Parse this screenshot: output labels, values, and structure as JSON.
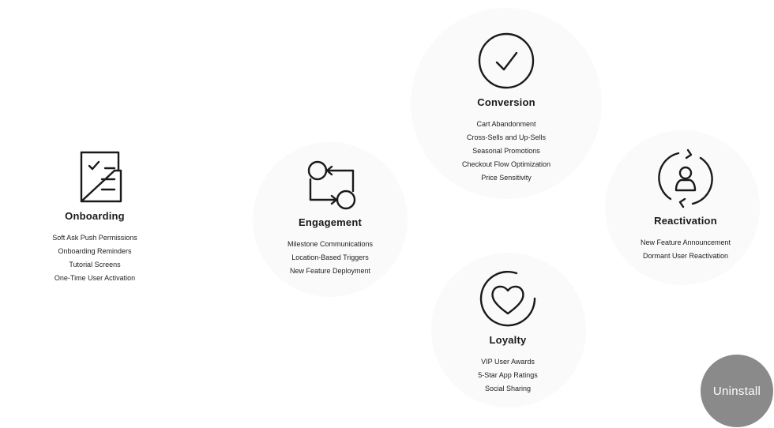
{
  "stages": {
    "onboarding": {
      "title": "Onboarding",
      "icon": "checklist-icon",
      "items": [
        "Soft Ask Push Permissions",
        "Onboarding Reminders",
        "Tutorial Screens",
        "One-Time User Activation"
      ]
    },
    "engagement": {
      "title": "Engagement",
      "icon": "cycle-flow-icon",
      "items": [
        "Milestone Communications",
        "Location-Based Triggers",
        "New Feature Deployment"
      ]
    },
    "conversion": {
      "title": "Conversion",
      "icon": "checkmark-circle-icon",
      "items": [
        "Cart Abandonment",
        "Cross-Sells and Up-Sells",
        "Seasonal Promotions",
        "Checkout Flow Optimization",
        "Price Sensitivity"
      ]
    },
    "reactivation": {
      "title": "Reactivation",
      "icon": "user-refresh-icon",
      "items": [
        "New Feature Announcement",
        "Dormant User Reactivation"
      ]
    },
    "loyalty": {
      "title": "Loyalty",
      "icon": "heart-circle-icon",
      "items": [
        "VIP User Awards",
        "5-Star App Ratings",
        "Social Sharing"
      ]
    }
  },
  "uninstall": {
    "label": "Uninstall"
  },
  "colors": {
    "background_circle": "#fafafa",
    "uninstall_circle": "#8a8a8a",
    "ink": "#1a1a1a"
  }
}
